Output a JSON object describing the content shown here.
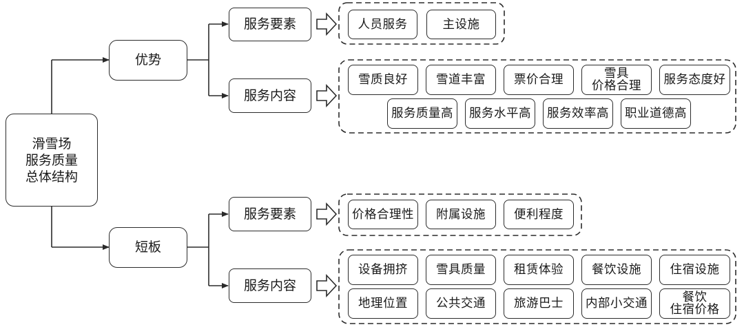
{
  "root": {
    "label": "滑雪场\n服务质量\n总体结构"
  },
  "branches": [
    {
      "label": "优势",
      "groups": [
        {
          "label": "服务要素",
          "items": [
            "人员服务",
            "主设施"
          ]
        },
        {
          "label": "服务内容",
          "items": [
            "雪质良好",
            "雪道丰富",
            "票价合理",
            "雪具\n价格合理",
            "服务态度好",
            "服务质量高",
            "服务水平高",
            "服务效率高",
            "职业道德高"
          ]
        }
      ]
    },
    {
      "label": "短板",
      "groups": [
        {
          "label": "服务要素",
          "items": [
            "价格合理性",
            "附属设施",
            "便利程度"
          ]
        },
        {
          "label": "服务内容",
          "items": [
            "设备拥挤",
            "雪具质量",
            "租赁体验",
            "餐饮设施",
            "住宿设施",
            "地理位置",
            "公共交通",
            "旅游巴士",
            "内部小交通",
            "餐饮\n住宿价格"
          ]
        }
      ]
    }
  ],
  "colors": {
    "line": "#2a2a2a",
    "background": "#ffffff"
  }
}
